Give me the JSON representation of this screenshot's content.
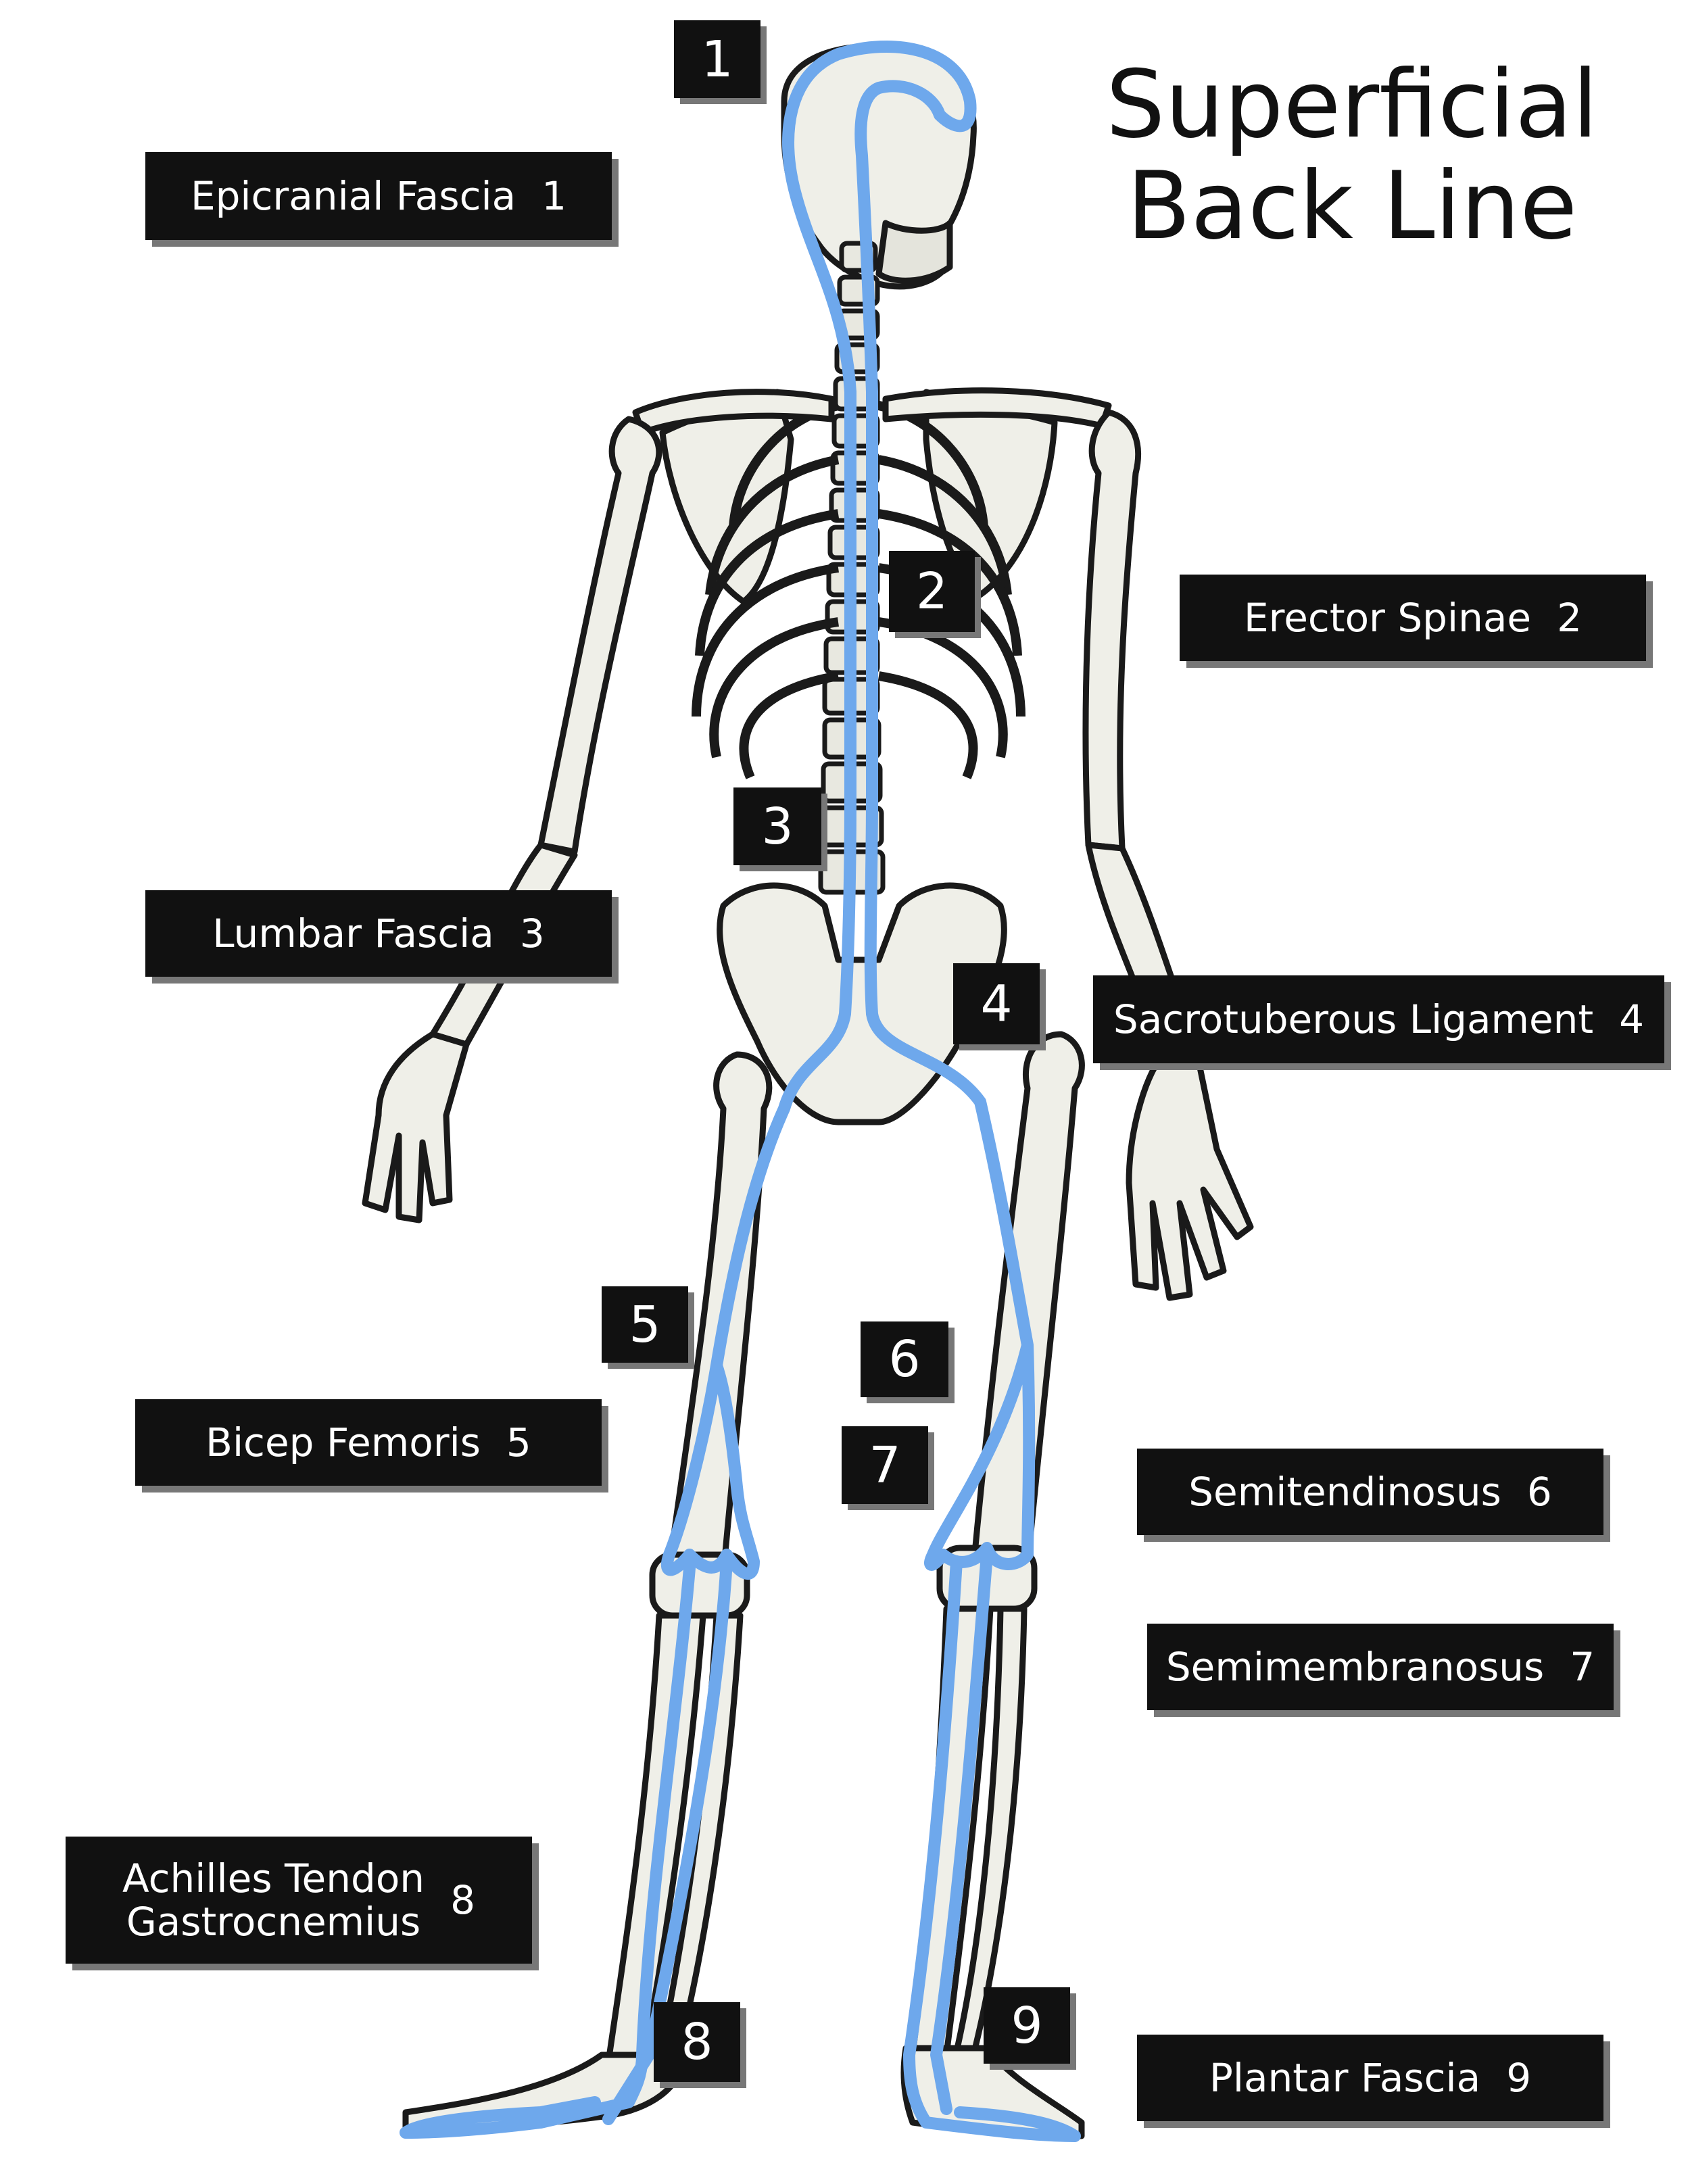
{
  "title": {
    "line1": "Superficial",
    "line2": "Back Line"
  },
  "colors": {
    "line": "#6ea8ec",
    "bone": "#efefe8",
    "ink": "#1a1a1a",
    "label_bg": "#111111",
    "shadow": "#777777"
  },
  "labels": [
    {
      "text": "Epicranial Fascia",
      "num": "1"
    },
    {
      "text": "Erector Spinae",
      "num": "2"
    },
    {
      "text": "Lumbar Fascia",
      "num": "3"
    },
    {
      "text": "Sacrotuberous Ligament",
      "num": "4"
    },
    {
      "text": "Bicep Femoris",
      "num": "5"
    },
    {
      "text": "Semitendinosus",
      "num": "6"
    },
    {
      "text": "Semimembranosus",
      "num": "7"
    },
    {
      "text_line1": "Achilles Tendon",
      "text_line2": "Gastrocnemius",
      "num": "8"
    },
    {
      "text": "Plantar Fascia",
      "num": "9"
    }
  ],
  "markers": [
    "1",
    "2",
    "3",
    "4",
    "5",
    "6",
    "7",
    "8",
    "9"
  ]
}
